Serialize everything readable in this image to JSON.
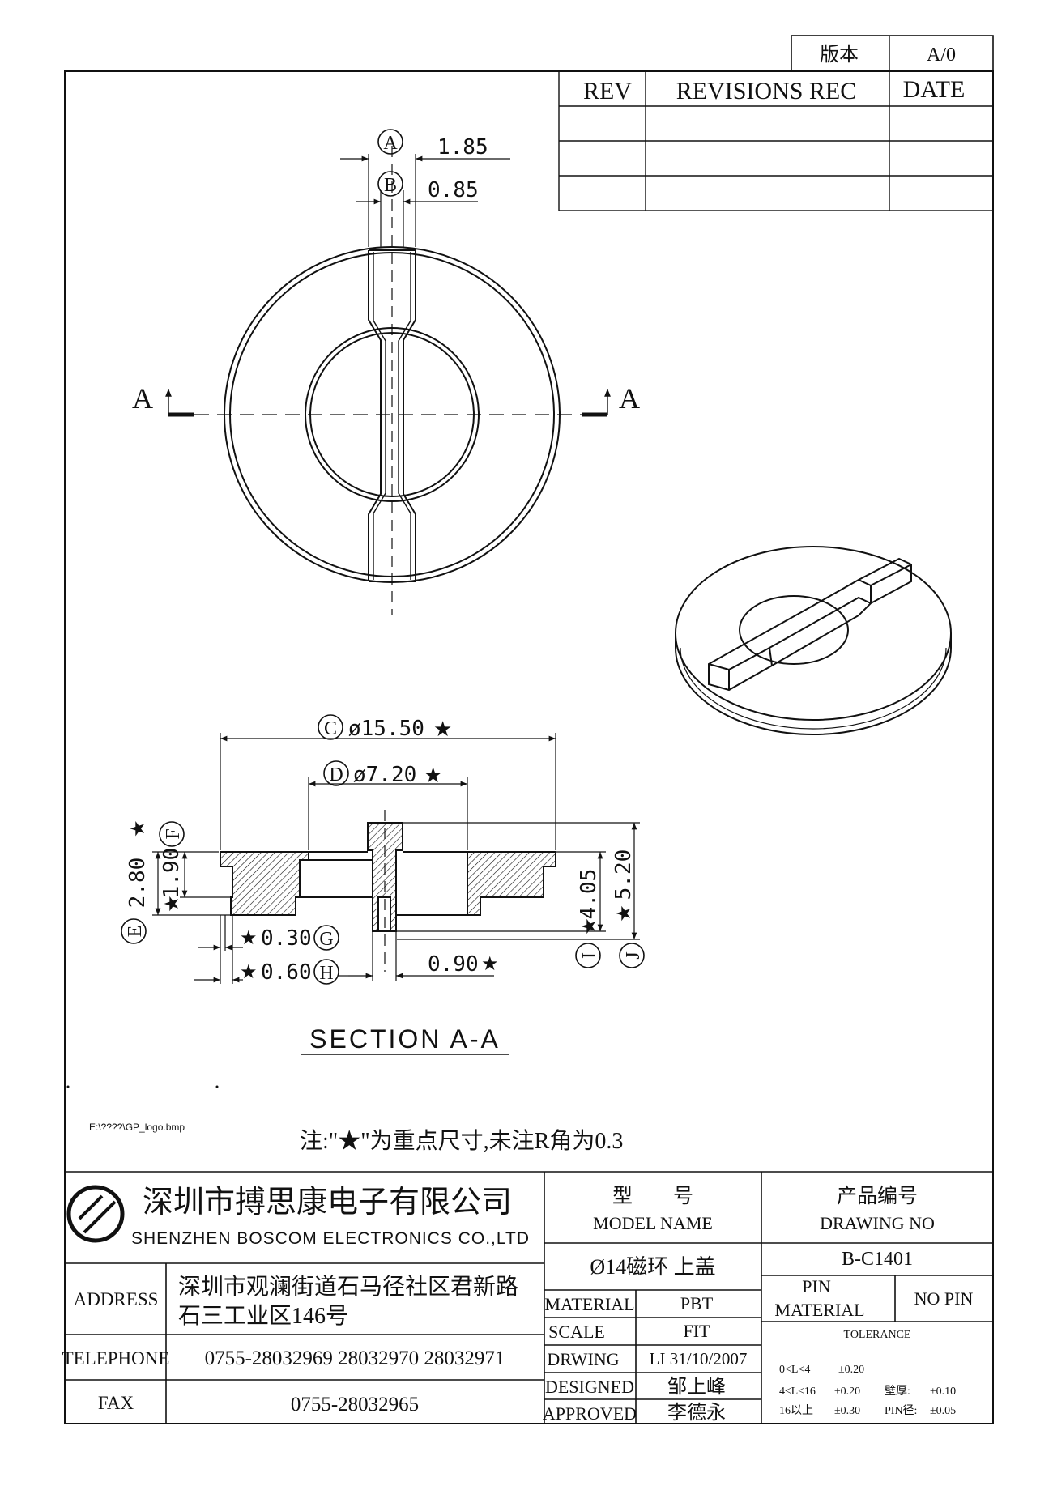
{
  "version_box": {
    "label": "版本",
    "value": "A/0"
  },
  "revisions": {
    "col_rev": "REV",
    "col_rec": "REVISIONS REC",
    "col_date": "DATE"
  },
  "dims": {
    "A": "A",
    "A_val": "1.85",
    "B": "B",
    "B_val": "0.85",
    "C": "C",
    "C_val": "ø15.50",
    "D": "D",
    "D_val": "ø7.20",
    "E": "E",
    "E_val": "2.80",
    "F": "F",
    "F_val": "1.90",
    "G": "G",
    "G_val": "0.30",
    "H": "H",
    "H_val": "0.60",
    "I": "I",
    "I_val": "4.05",
    "J": "J",
    "J_val": "5.20",
    "K_val": "0.90",
    "star": "★"
  },
  "section_mark": "A",
  "section_title": "SECTION A-A",
  "logo_path": "E:\\????\\GP_logo.bmp",
  "note": "注:\"★\"为重点尺寸,未注R角为0.3",
  "company": {
    "cn": "深圳市搏思康电子有限公司",
    "en": "SHENZHEN BOSCOM ELECTRONICS CO.,LTD"
  },
  "address": {
    "label": "ADDRESS",
    "line1": "深圳市观澜街道石马径社区君新路",
    "line2": "石三工业区146号"
  },
  "telephone": {
    "label": "TELEPHONE",
    "value": "0755-28032969 28032970 28032971"
  },
  "fax": {
    "label": "FAX",
    "value": "0755-28032965"
  },
  "model": {
    "cn": "型　　号",
    "en": "MODEL NAME",
    "value": "Ø14磁环 上盖"
  },
  "drawing": {
    "cn": "产品编号",
    "en": "DRAWING NO",
    "value": "B-C1401"
  },
  "material": {
    "label": "MATERIAL",
    "value": "PBT"
  },
  "scale": {
    "label": "SCALE",
    "value": "FIT"
  },
  "drwing": {
    "label": "DRWING",
    "value": "LI 31/10/2007"
  },
  "designed": {
    "label": "DESIGNED",
    "value": "邹上峰"
  },
  "approved": {
    "label": "APPROVED",
    "value": "李德永"
  },
  "pin": {
    "label1": "PIN",
    "label2": "MATERIAL",
    "value": "NO PIN"
  },
  "tolerance": {
    "title": "TOLERANCE",
    "r1a": "0<L<4",
    "r1b": "±0.20",
    "r2a": "4≤L≤16",
    "r2b": "±0.20",
    "r2c": "壁厚:",
    "r2d": "±0.10",
    "r3a": "16以上",
    "r3b": "±0.30",
    "r3c": "PIN径:",
    "r3d": "±0.05"
  }
}
